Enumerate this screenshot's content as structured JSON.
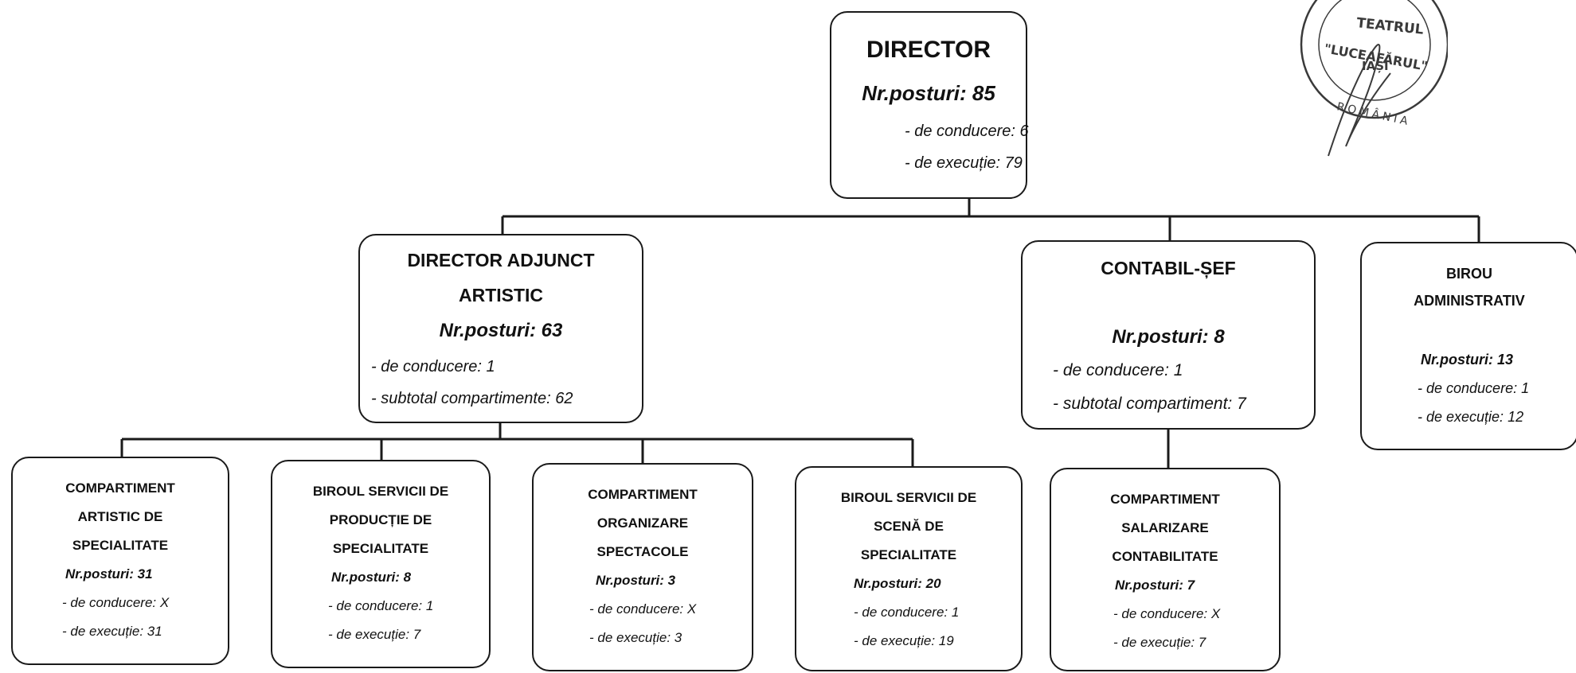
{
  "director": {
    "title": "DIRECTOR",
    "posts": "Nr.posturi: 85",
    "lines": [
      "- de conducere: 6",
      "- de execuție: 79"
    ]
  },
  "adjunct": {
    "title_lines": [
      "DIRECTOR ADJUNCT",
      "ARTISTIC"
    ],
    "posts": "Nr.posturi: 63",
    "lines": [
      "- de conducere: 1",
      "- subtotal compartimente: 62"
    ]
  },
  "contabil": {
    "title": "CONTABIL-ȘEF",
    "posts": "Nr.posturi: 8",
    "lines": [
      "- de conducere: 1",
      "- subtotal compartiment: 7"
    ]
  },
  "birou_admin": {
    "title_lines": [
      "BIROU",
      "ADMINISTRATIV"
    ],
    "posts": "Nr.posturi: 13",
    "lines": [
      "- de conducere: 1",
      "- de execuție: 12"
    ]
  },
  "units": [
    {
      "title_lines": [
        "COMPARTIMENT",
        "ARTISTIC DE",
        "SPECIALITATE"
      ],
      "posts": "Nr.posturi: 31",
      "lines": [
        "- de conducere: X",
        "- de execuție: 31"
      ]
    },
    {
      "title_lines": [
        "BIROUL SERVICII DE",
        "PRODUCȚIE DE",
        "SPECIALITATE"
      ],
      "posts": "Nr.posturi: 8",
      "lines": [
        "- de conducere: 1",
        "- de execuție: 7"
      ]
    },
    {
      "title_lines": [
        "COMPARTIMENT",
        "ORGANIZARE",
        "SPECTACOLE"
      ],
      "posts": "Nr.posturi: 3",
      "lines": [
        "- de conducere: X",
        "- de execuție: 3"
      ]
    },
    {
      "title_lines": [
        "BIROUL SERVICII DE",
        "SCENĂ DE",
        "SPECIALITATE"
      ],
      "posts": "Nr.posturi: 20",
      "lines": [
        "- de conducere: 1",
        "- de execuție: 19"
      ]
    },
    {
      "title_lines": [
        "COMPARTIMENT",
        "SALARIZARE",
        "CONTABILITATE"
      ],
      "posts": "Nr.posturi: 7",
      "lines": [
        "- de conducere: X",
        "- de execuție: 7"
      ]
    }
  ],
  "stamp": {
    "text_lines": [
      "TEATRUL",
      "\"LUCEAFĂRUL\"",
      "IAȘI",
      "ROMÂNIA"
    ]
  },
  "colors": {
    "line": "#1a1a1a",
    "text": "#111111",
    "stamp": "#3a3a3a"
  }
}
